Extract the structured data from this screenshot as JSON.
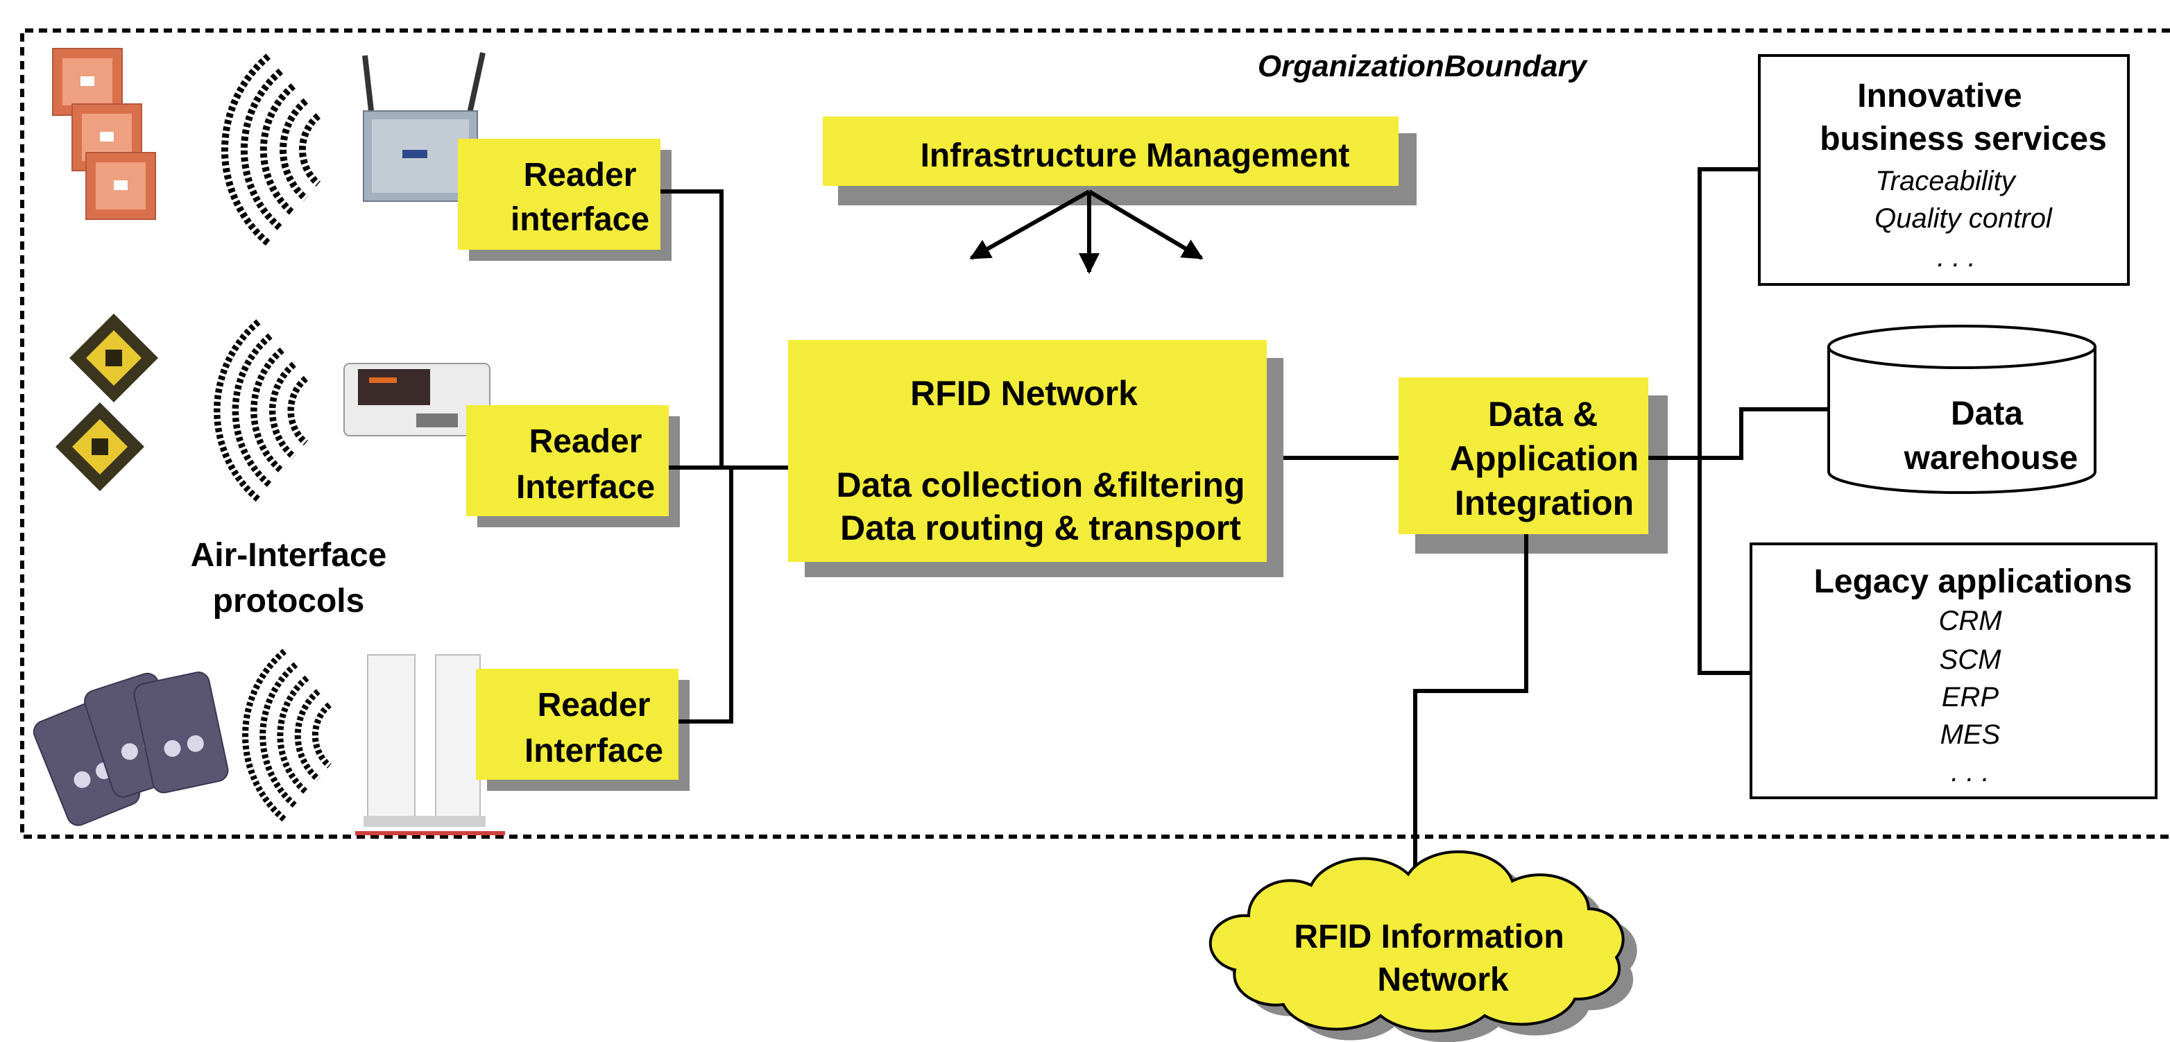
{
  "boundary_label": "OrganizationBoundary",
  "reader_interfaces": [
    {
      "line1": "Reader",
      "line2": "interface"
    },
    {
      "line1": "Reader",
      "line2": "Interface"
    },
    {
      "line1": "Reader",
      "line2": "Interface"
    }
  ],
  "air_interface": {
    "line1": "Air-Interface",
    "line2": "protocols"
  },
  "infrastructure_management": "Infrastructure Management",
  "rfid_network": {
    "title": "RFID Network",
    "line1": "Data collection &filtering",
    "line2": "Data routing & transport"
  },
  "integration": {
    "line1": "Data &",
    "line2": "Application",
    "line3": "Integration"
  },
  "business_services": {
    "line1": "Innovative",
    "line2": "business services",
    "items": [
      "Traceability",
      "Quality control",
      ". . ."
    ]
  },
  "data_warehouse": {
    "line1": "Data",
    "line2": "warehouse"
  },
  "legacy": {
    "title": "Legacy applications",
    "items": [
      "CRM",
      "SCM",
      "ERP",
      "MES",
      ". . ."
    ]
  },
  "information_network": {
    "line1": "RFID Information",
    "line2": "Network"
  },
  "colors": {
    "box_fill": "#f3ec3a",
    "shadow": "#8a8a8a",
    "tag_orange": "#d9704c",
    "card_purple": "#5a5570"
  }
}
